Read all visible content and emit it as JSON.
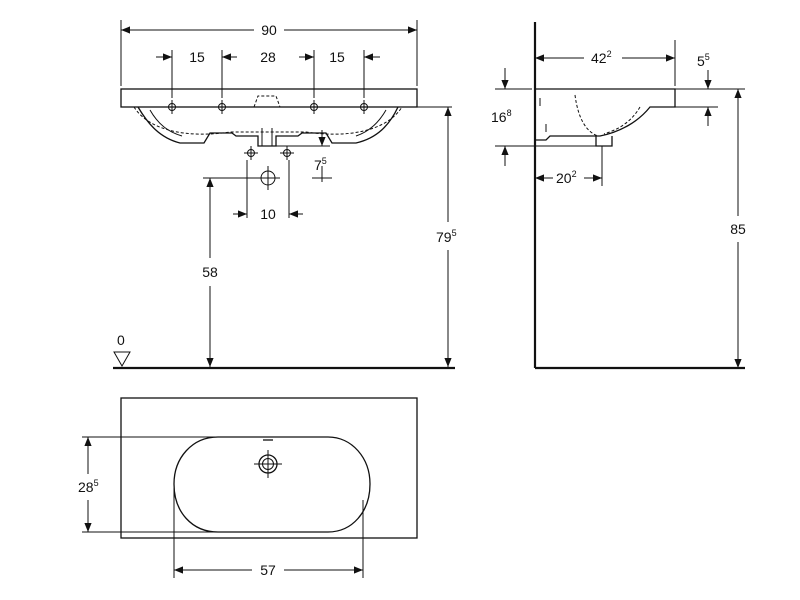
{
  "front_view": {
    "total_width": "90",
    "hole_spacing_left": "15",
    "hole_spacing_mid": "28",
    "hole_spacing_right": "15",
    "drain_offset_main": "7",
    "drain_offset_sup": "5",
    "drain_spacing": "10",
    "drain_height": "58",
    "rim_height_main": "79",
    "rim_height_sup": "5",
    "floor_level": "0"
  },
  "side_view": {
    "depth_main": "42",
    "depth_sup": "2",
    "overflow_main": "5",
    "overflow_sup": "5",
    "bowl_depth_main": "16",
    "bowl_depth_sup": "8",
    "drain_depth_main": "20",
    "drain_depth_sup": "2",
    "total_height": "85"
  },
  "top_view": {
    "bowl_depth_main": "28",
    "bowl_depth_sup": "5",
    "bowl_width": "57"
  }
}
